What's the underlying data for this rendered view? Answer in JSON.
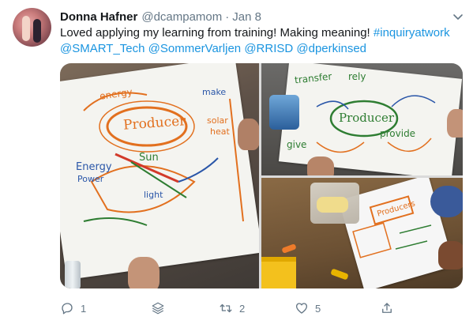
{
  "tweet": {
    "author_name": "Donna Hafner",
    "author_handle": "@dcampamom",
    "separator": "·",
    "date": "Jan 8",
    "text_plain": "Loved applying my learning from training! Making meaning! ",
    "hashtag": "#inquiryatwork",
    "mentions": [
      "@SMART_Tech",
      "@SommerVarljen",
      "@RRISD",
      "@dperkinsed"
    ]
  },
  "media": {
    "photo1_caption_words": [
      "Producer",
      "energy",
      "solar",
      "heat",
      "Sun",
      "light",
      "Energy",
      "Power",
      "make"
    ],
    "photo2_caption_words": [
      "transfer",
      "rely",
      "Producer",
      "give",
      "provide"
    ],
    "photo3_caption_words": [
      "Producers"
    ]
  },
  "actions": {
    "reply_count": "1",
    "retweet_count": "2",
    "like_count": "5"
  },
  "icons": {
    "caret": "chevron-down-icon",
    "reply": "reply-icon",
    "stack": "stack-icon",
    "retweet": "retweet-icon",
    "like": "heart-icon"
  },
  "colors": {
    "link": "#1b95e0",
    "muted": "#657786",
    "text": "#14171a"
  }
}
